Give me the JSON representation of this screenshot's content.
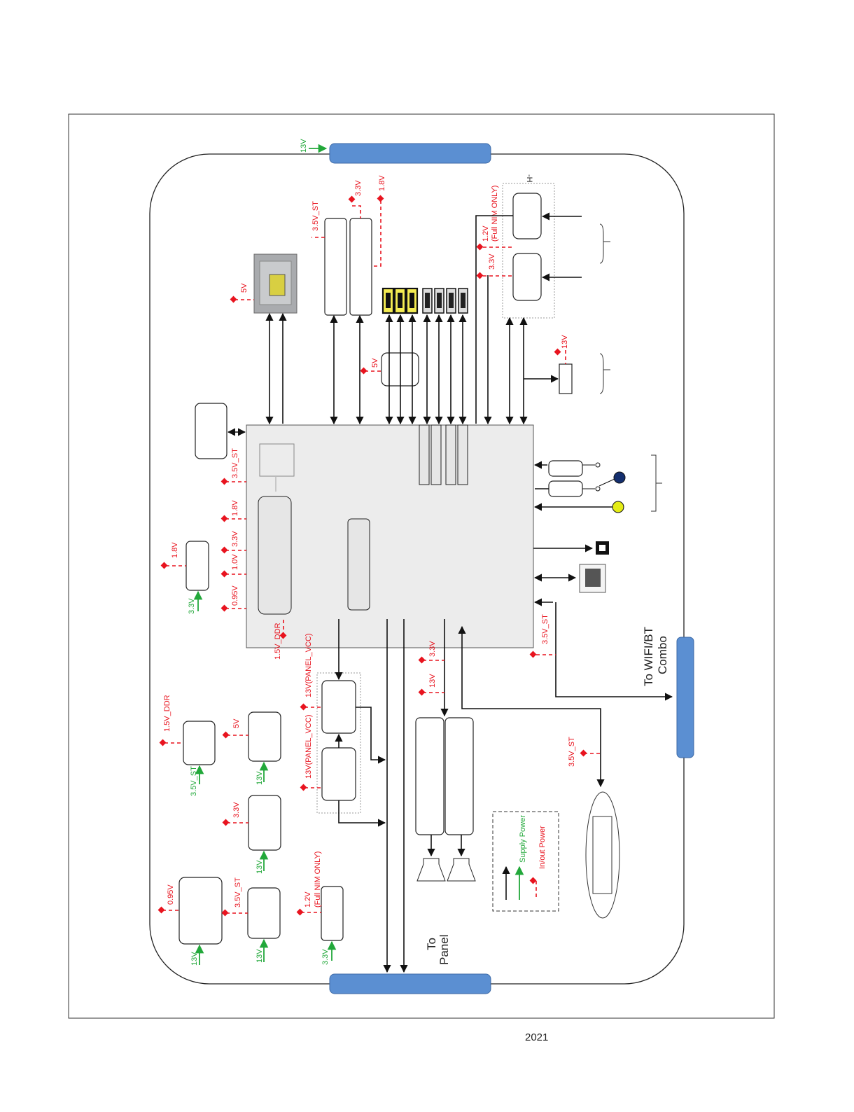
{
  "page": {
    "footer_year": "2021"
  },
  "colors": {
    "connector": "#5b8fd2",
    "supply_power": "#22a83a",
    "inout_power": "#e8141f",
    "soc_fill": "#ececec"
  },
  "connectors": {
    "top_input": "13V",
    "panel_label": "To Panel",
    "panel_label_line1": "To",
    "panel_label_line2": "Panel",
    "wifi_label_line1": "To WIFI/BT",
    "wifi_label_line2": "Combo"
  },
  "rails": {
    "tuner_st": "3.5V_ST",
    "tuner_33": "3.3V",
    "tuner_18": "1.8V",
    "usb_5v": "5V",
    "hdmi_5v": "5V",
    "nim_12": "1.2V",
    "nim_12_note": "(Full NIM ONLY)",
    "nim_33": "3.3V",
    "tuner_top_text": "-H",
    "lnb_13": "13V",
    "soc_st": "3.5V_ST",
    "soc_18": "1.8V",
    "soc_33": "3.3V",
    "soc_10": "1.0V",
    "soc_095": "0.95V",
    "soc_ddr": "1.5V_DDR",
    "ldo_out": "1.8V",
    "ldo_in": "3.3V",
    "wifi_st": "3.5V_ST",
    "amp_33": "3.3V",
    "amp_13": "13V",
    "panel_vcc_a": "13V(PANEL_VCC)",
    "panel_vcc_b": "13V(PANEL_VCC)",
    "ddr_out": "1.5V_DDR",
    "ddr_in": "3.5V_ST",
    "conv5_out": "5V",
    "conv5_in": "13V",
    "conv33_out": "3.3V",
    "conv33_in": "13V",
    "core_out": "0.95V",
    "core_in": "13V",
    "st_out": "3.5V_ST",
    "st_in": "13V",
    "nim_ldo_out": "1.2V",
    "nim_ldo_note": "(Full NIM ONLY)",
    "nim_ldo_in": "3.3V",
    "ir_st": "3.5V_ST"
  },
  "legend": {
    "supply": "Supply Power",
    "inout": "In/out Power"
  }
}
